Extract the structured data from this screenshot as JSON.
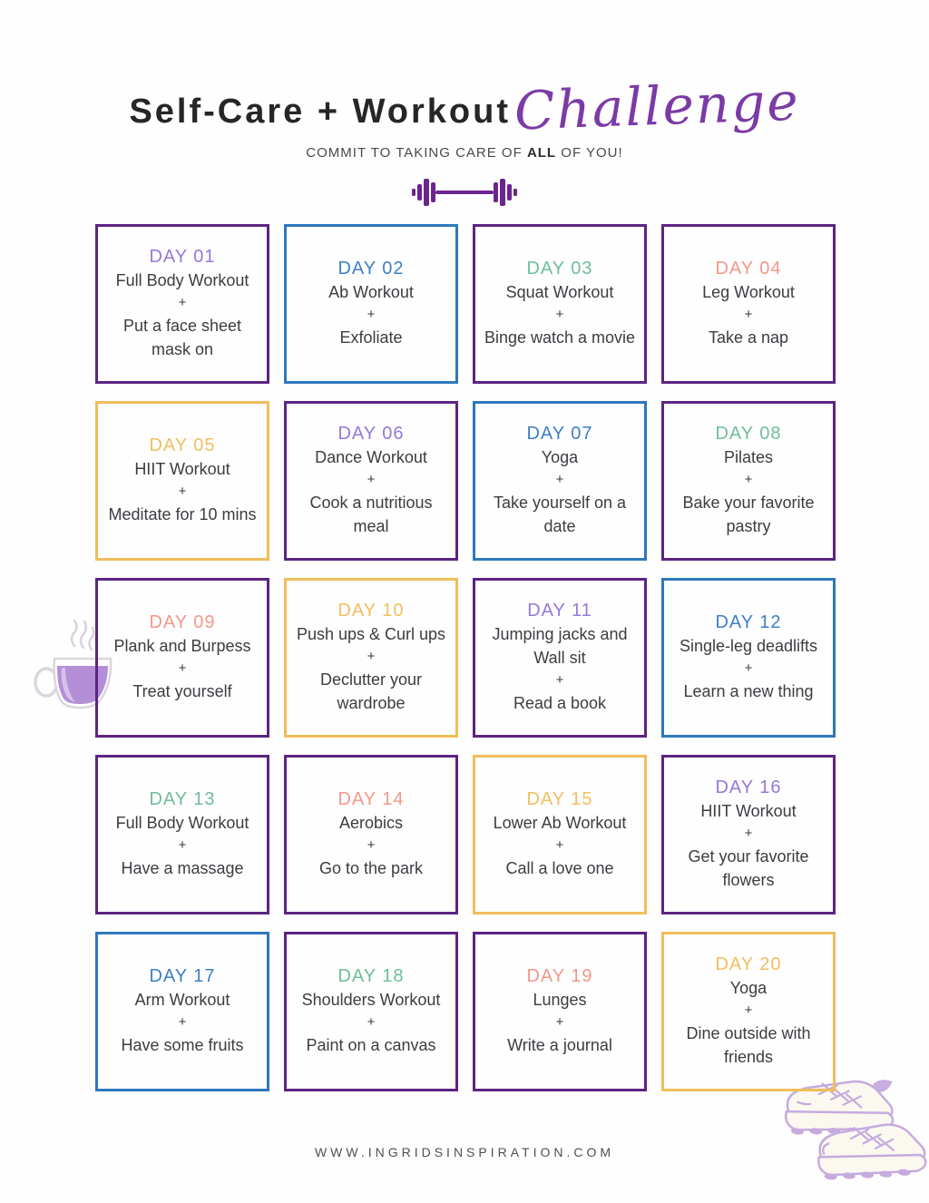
{
  "header": {
    "title": "Self-Care + Workout",
    "title_script": "Challenge",
    "subtitle_prefix": "COMMIT TO TAKING CARE OF ",
    "subtitle_bold": "ALL",
    "subtitle_suffix": " OF YOU!"
  },
  "shared": {
    "plus": "+"
  },
  "colors": {
    "purple": "#5c2483",
    "blue": "#2e78bc",
    "yellow": "#f0be5a",
    "lavender": "#9678d8",
    "label_blue": "#3f7fc4",
    "green": "#6fbe9a",
    "coral": "#f4978a",
    "gold": "#f2be60",
    "script_purple": "#7b3aa5",
    "dumbbell_purple": "#6b2490",
    "text_dark": "#3c3c42"
  },
  "days": [
    {
      "label": "DAY 01",
      "workout": "Full Body Workout",
      "self_care": "Put a face sheet mask on",
      "border": "purple",
      "label_color": "lavender"
    },
    {
      "label": "DAY 02",
      "workout": "Ab Workout",
      "self_care": "Exfoliate",
      "border": "blue",
      "label_color": "label_blue"
    },
    {
      "label": "DAY 03",
      "workout": "Squat Workout",
      "self_care": "Binge watch a movie",
      "border": "purple",
      "label_color": "green"
    },
    {
      "label": "DAY 04",
      "workout": "Leg Workout",
      "self_care": "Take a nap",
      "border": "purple",
      "label_color": "coral"
    },
    {
      "label": "DAY 05",
      "workout": "HIIT Workout",
      "self_care": "Meditate for 10 mins",
      "border": "yellow",
      "label_color": "gold"
    },
    {
      "label": "DAY 06",
      "workout": "Dance Workout",
      "self_care": "Cook a nutritious meal",
      "border": "purple",
      "label_color": "lavender"
    },
    {
      "label": "DAY 07",
      "workout": "Yoga",
      "self_care": "Take yourself on a date",
      "border": "blue",
      "label_color": "label_blue"
    },
    {
      "label": "DAY 08",
      "workout": "Pilates",
      "self_care": "Bake your favorite pastry",
      "border": "purple",
      "label_color": "green"
    },
    {
      "label": "DAY 09",
      "workout": "Plank and Burpess",
      "self_care": "Treat yourself",
      "border": "purple",
      "label_color": "coral"
    },
    {
      "label": "DAY 10",
      "workout": "Push ups & Curl ups",
      "self_care": "Declutter your wardrobe",
      "border": "yellow",
      "label_color": "gold"
    },
    {
      "label": "DAY 11",
      "workout": "Jumping jacks and Wall sit",
      "self_care": "Read a book",
      "border": "purple",
      "label_color": "lavender"
    },
    {
      "label": "DAY 12",
      "workout": "Single-leg deadlifts",
      "self_care": "Learn a new thing",
      "border": "blue",
      "label_color": "label_blue"
    },
    {
      "label": "DAY 13",
      "workout": "Full Body Workout",
      "self_care": "Have a massage",
      "border": "purple",
      "label_color": "green"
    },
    {
      "label": "DAY 14",
      "workout": "Aerobics",
      "self_care": "Go to the park",
      "border": "purple",
      "label_color": "coral"
    },
    {
      "label": "DAY 15",
      "workout": "Lower Ab Workout",
      "self_care": "Call a love one",
      "border": "yellow",
      "label_color": "gold"
    },
    {
      "label": "DAY 16",
      "workout": "HIIT Workout",
      "self_care": "Get your favorite flowers",
      "border": "purple",
      "label_color": "lavender"
    },
    {
      "label": "DAY 17",
      "workout": "Arm Workout",
      "self_care": "Have some fruits",
      "border": "blue",
      "label_color": "label_blue"
    },
    {
      "label": "DAY 18",
      "workout": "Shoulders Workout",
      "self_care": "Paint on a canvas",
      "border": "purple",
      "label_color": "green"
    },
    {
      "label": "DAY 19",
      "workout": "Lunges",
      "self_care": "Write a journal",
      "border": "purple",
      "label_color": "coral"
    },
    {
      "label": "DAY 20",
      "workout": "Yoga",
      "self_care": "Dine outside with friends",
      "border": "yellow",
      "label_color": "gold"
    }
  ],
  "footer": {
    "website": "WWW.INGRIDSINSPIRATION.COM"
  }
}
